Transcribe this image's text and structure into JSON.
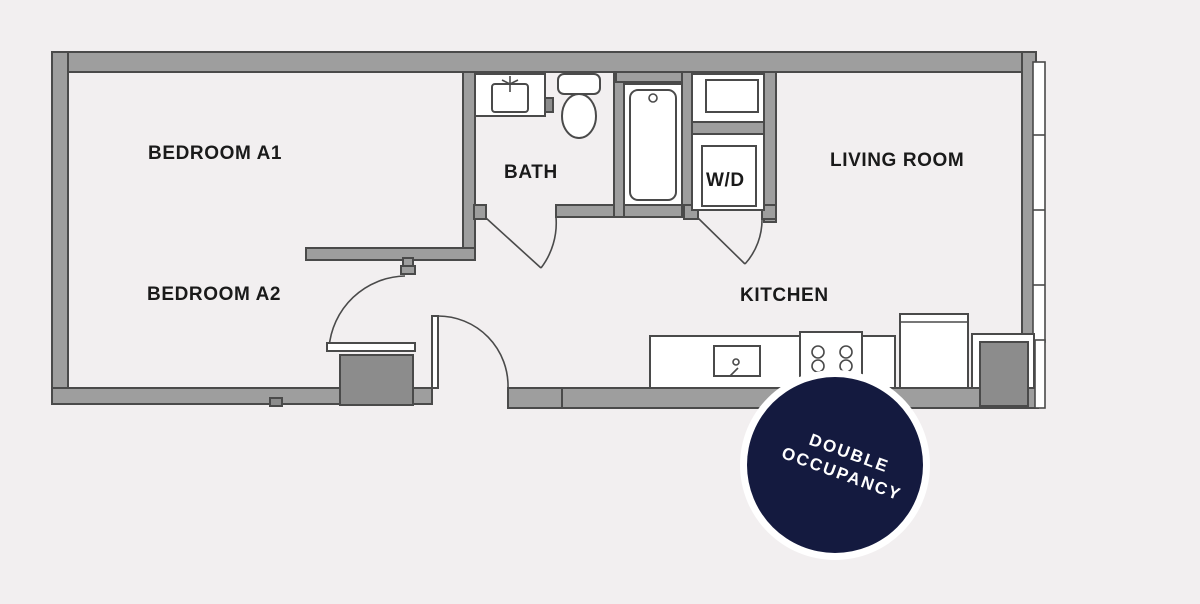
{
  "rooms": {
    "bedroom_a1": "BEDROOM A1",
    "bedroom_a2": "BEDROOM A2",
    "bath": "BATH",
    "wd": "W/D",
    "living_room": "LIVING ROOM",
    "kitchen": "KITCHEN"
  },
  "badge": {
    "line1": "DOUBLE",
    "line2": "OCCUPANCY",
    "color": "#141a3f"
  }
}
